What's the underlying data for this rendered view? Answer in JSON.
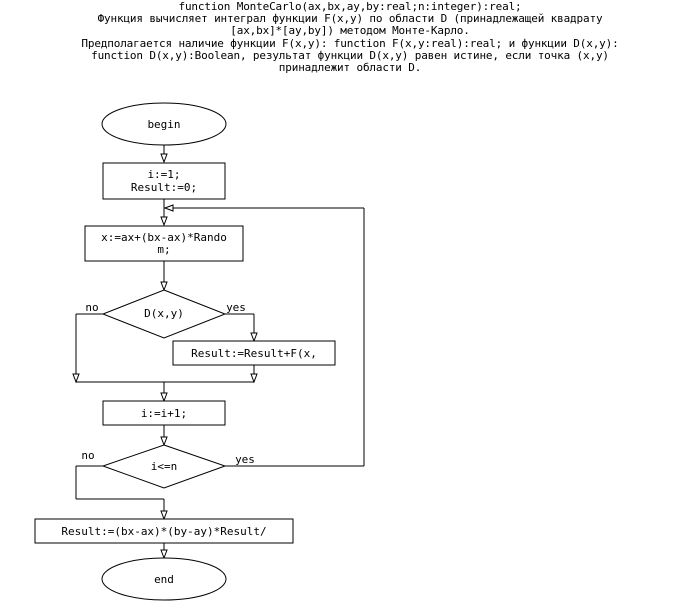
{
  "header": {
    "lines": [
      "function MonteCarlo(ax,bx,ay,by:real;n:integer):real;",
      "Функция вычисляет интеграл функции F(x,y) по области D (принадлежащей квадрату",
      "[ax,bx]*[ay,by]) методом Монте-Карло.",
      "Предполагается наличие функции F(x,y): function F(x,y:real):real; и функции D(x,y):",
      "function D(x,y):Boolean, результат функции D(x,y) равен истине, если точка (x,y)",
      "принадлежит области D."
    ]
  },
  "flowchart": {
    "begin": "begin",
    "init_line1": "i:=1;",
    "init_line2": "Result:=0;",
    "assign_line1": "x:=ax+(bx-ax)*Rando",
    "assign_line2": "m;",
    "cond1": "D(x,y)",
    "cond1_no": "no",
    "cond1_yes": "yes",
    "accumulate": "Result:=Result+F(x,",
    "increment": "i:=i+1;",
    "cond2": "i<=n",
    "cond2_no": "no",
    "cond2_yes": "yes",
    "final": "Result:=(bx-ax)*(by-ay)*Result/",
    "end": "end"
  }
}
